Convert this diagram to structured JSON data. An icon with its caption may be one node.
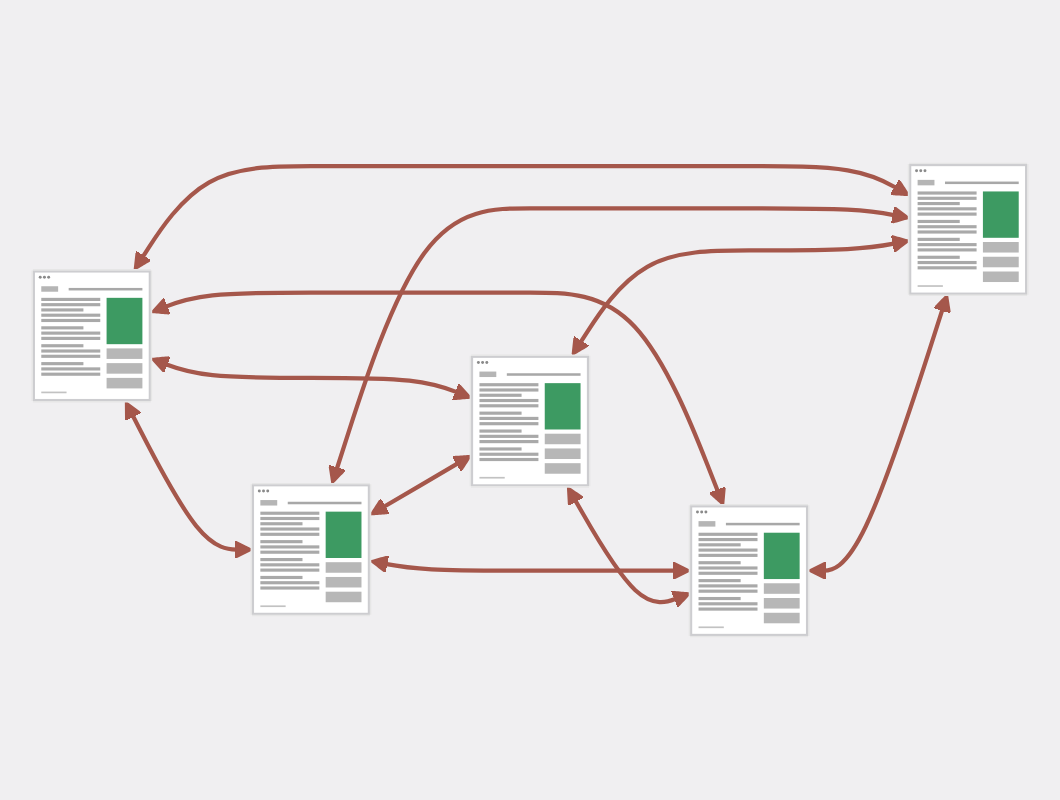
{
  "diagram": {
    "nodes": [
      {
        "text": [],
        "shape": "picture"
      },
      {
        "text": [],
        "shape": "picture"
      },
      {
        "text": [],
        "shape": "picture"
      },
      {
        "text": [],
        "shape": "picture"
      },
      {
        "text": [],
        "shape": "picture"
      }
    ],
    "edges": [
      {
        "from": 0,
        "to": 1,
        "arrow": "both"
      },
      {
        "from": 0,
        "to": 2,
        "arrow": "both"
      },
      {
        "from": 0,
        "to": 3,
        "arrow": "both"
      },
      {
        "from": 0,
        "to": 4,
        "arrow": "both"
      },
      {
        "from": 1,
        "to": 2,
        "arrow": "both"
      },
      {
        "from": 1,
        "to": 3,
        "arrow": "both"
      },
      {
        "from": 1,
        "to": 4,
        "arrow": "both"
      },
      {
        "from": 2,
        "to": 3,
        "arrow": "both"
      },
      {
        "from": 2,
        "to": 4,
        "arrow": "both"
      },
      {
        "from": 3,
        "to": 4,
        "arrow": "both"
      }
    ]
  }
}
